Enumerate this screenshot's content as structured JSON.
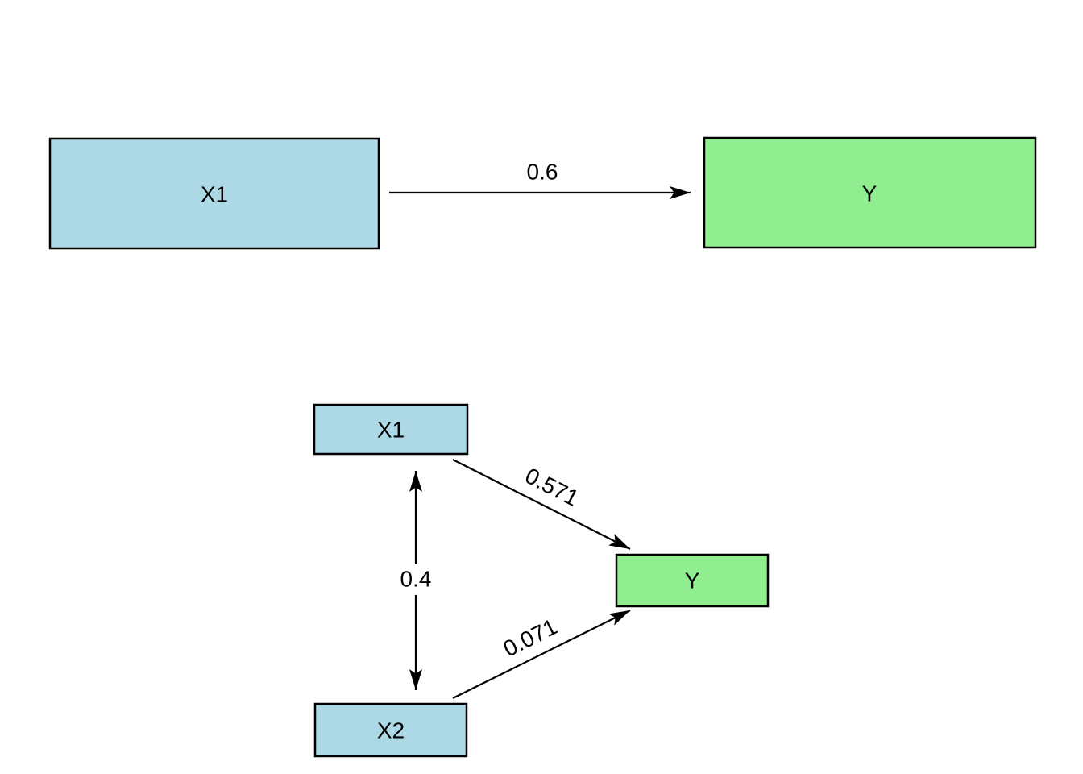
{
  "page": {
    "background": "#ffffff"
  },
  "colors": {
    "exogenous_node_fill": "#ADD8E6",
    "outcome_node_fill": "#90EE90",
    "node_border": "#000000",
    "edge_stroke": "#000000",
    "text": "#000000"
  },
  "top_diagram": {
    "x1_node_label": "X1",
    "y_node_label": "Y",
    "x1_to_y_coefficient": "0.6"
  },
  "bottom_diagram": {
    "x1_node_label": "X1",
    "x2_node_label": "X2",
    "y_node_label": "Y",
    "x1_x2_covariance": "0.4",
    "x1_to_y_coefficient": "0.571",
    "x2_to_y_coefficient": "0.071"
  }
}
